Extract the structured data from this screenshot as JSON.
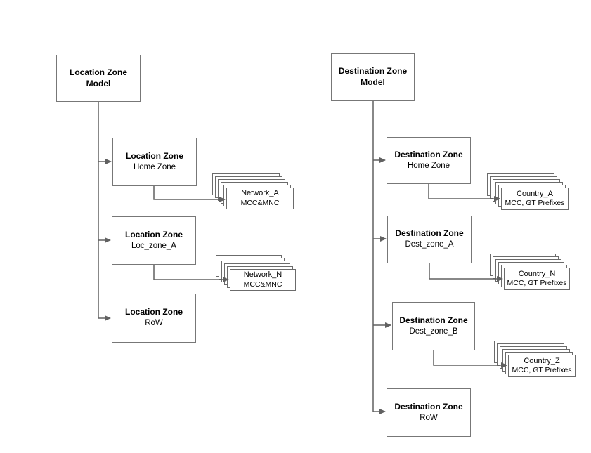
{
  "left_tree": {
    "root": {
      "line1": "Location Zone",
      "line2": "Model"
    },
    "children": [
      {
        "title": "Location Zone",
        "subtitle": "Home Zone"
      },
      {
        "title": "Location Zone",
        "subtitle": "Loc_zone_A"
      },
      {
        "title": "Location Zone",
        "subtitle": "RoW"
      }
    ],
    "stacks": [
      {
        "title": "Network_A",
        "subtitle": "MCC&MNC"
      },
      {
        "title": "Network_N",
        "subtitle": "MCC&MNC"
      }
    ]
  },
  "right_tree": {
    "root": {
      "line1": "Destination Zone",
      "line2": "Model"
    },
    "children": [
      {
        "title": "Destination Zone",
        "subtitle": "Home Zone"
      },
      {
        "title": "Destination Zone",
        "subtitle": "Dest_zone_A"
      },
      {
        "title": "Destination Zone",
        "subtitle": "Dest_zone_B"
      },
      {
        "title": "Destination Zone",
        "subtitle": "RoW"
      }
    ],
    "stacks": [
      {
        "title": "Country_A",
        "subtitle": "MCC, GT Prefixes"
      },
      {
        "title": "Country_N",
        "subtitle": "MCC, GT Prefixes"
      },
      {
        "title": "Country_Z",
        "subtitle": "MCC, GT Prefixes"
      }
    ]
  },
  "colors": {
    "box_border": "#777777",
    "stack_border": "#6b6b6b",
    "connector": "#616161",
    "text": "#000000",
    "background": "#ffffff"
  }
}
